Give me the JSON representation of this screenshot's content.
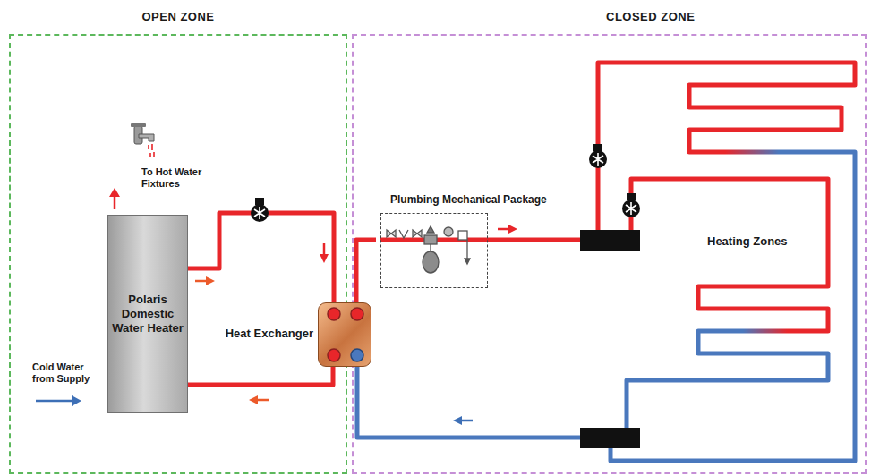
{
  "diagram": {
    "nodes": [
      {
        "text": [
          "OPEN ZONE"
        ]
      },
      {
        "text": [
          "CLOSED ZONE"
        ]
      },
      {
        "text": [
          "Polaris Domestic Water Heater"
        ],
        "in": 0
      },
      {
        "text": [
          "Heat Exchanger"
        ]
      },
      {
        "text": [
          "Plumbing Mechanical Package"
        ],
        "in": 1
      }
    ],
    "edges": [
      {
        "from": 2,
        "to": 3,
        "arrow": "none"
      },
      {
        "from": 3,
        "to": 2,
        "arrow": "none"
      },
      {
        "from": 3,
        "to": 4,
        "arrow": "none"
      }
    ],
    "labels": [
      "To Hot Water Fixtures",
      "Cold Water from Supply",
      "Heating Zones"
    ]
  }
}
